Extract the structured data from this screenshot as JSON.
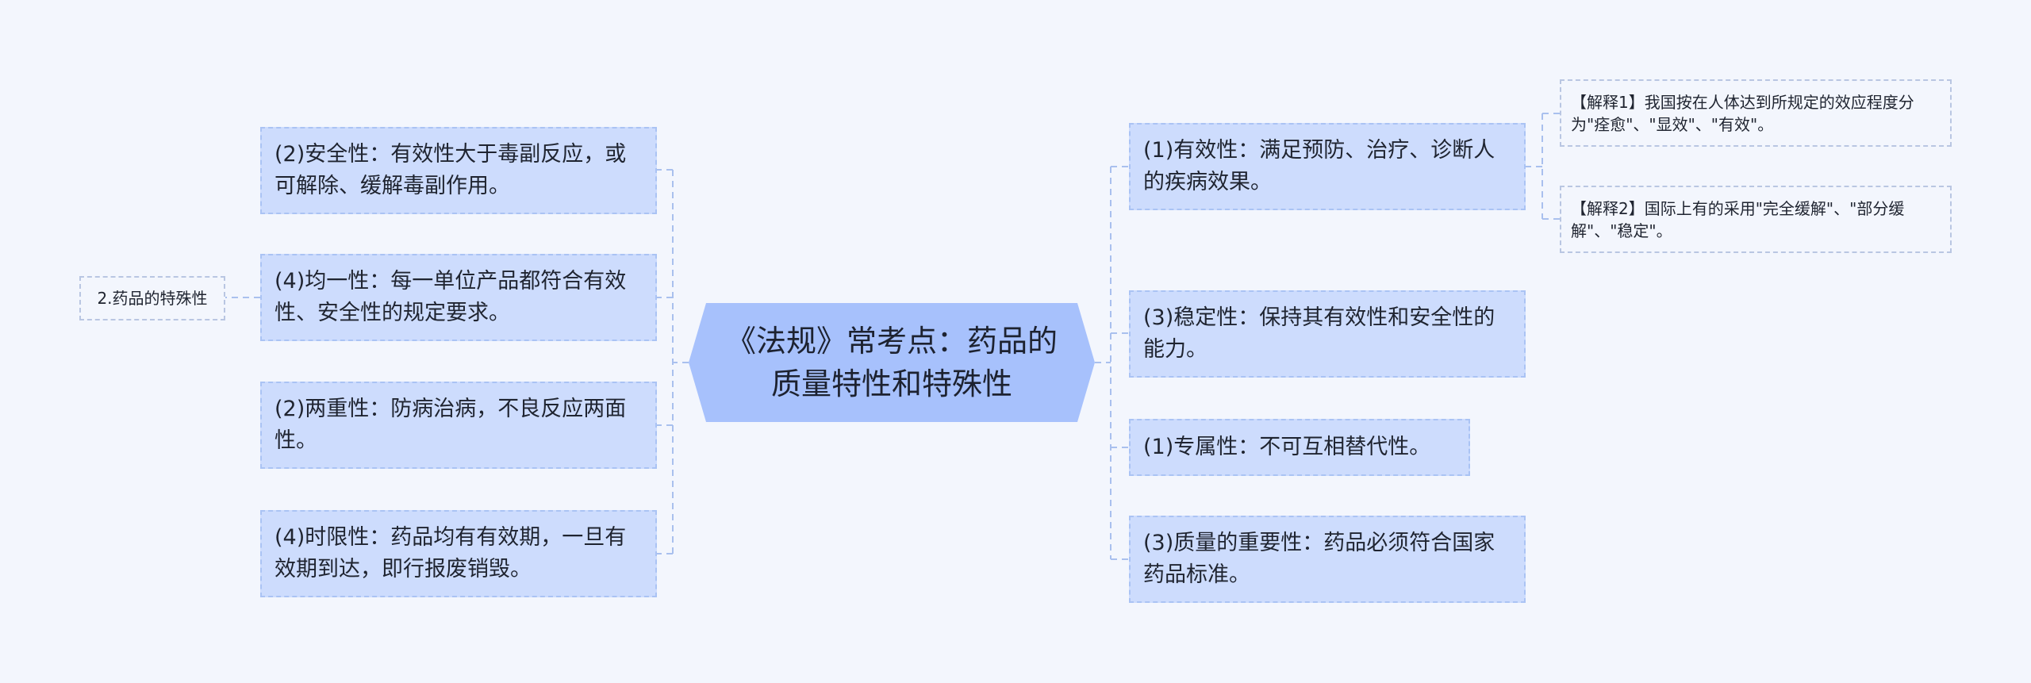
{
  "mindmap": {
    "center": "《法规》常考点：药品的质量特性和特殊性",
    "left_outer": "2.药品的特殊性",
    "left_nodes": [
      "(2)安全性：有效性大于毒副反应，或可解除、缓解毒副作用。",
      "(4)均一性：每一单位产品都符合有效性、安全性的规定要求。",
      "(2)两重性：防病治病，不良反应两面性。",
      "(4)时限性：药品均有有效期，一旦有效期到达，即行报废销毁。"
    ],
    "right_nodes": [
      "(1)有效性：满足预防、治疗、诊断人的疾病效果。",
      "(3)稳定性：保持其有效性和安全性的能力。",
      "(1)专属性：不可互相替代性。",
      "(3)质量的重要性：药品必须符合国家药品标准。"
    ],
    "explanations": [
      "【解释1】我国按在人体达到所规定的效应程度分为\"痊愈\"、\"显效\"、\"有效\"。",
      "【解释2】国际上有的采用\"完全缓解\"、\"部分缓解\"、\"稳定\"。"
    ]
  },
  "colors": {
    "background": "#f3f6fd",
    "center_fill": "#a7c1fc",
    "node_fill": "#cddcfd",
    "node_border": "#aac3f4",
    "connector": "#a9c0ee"
  }
}
